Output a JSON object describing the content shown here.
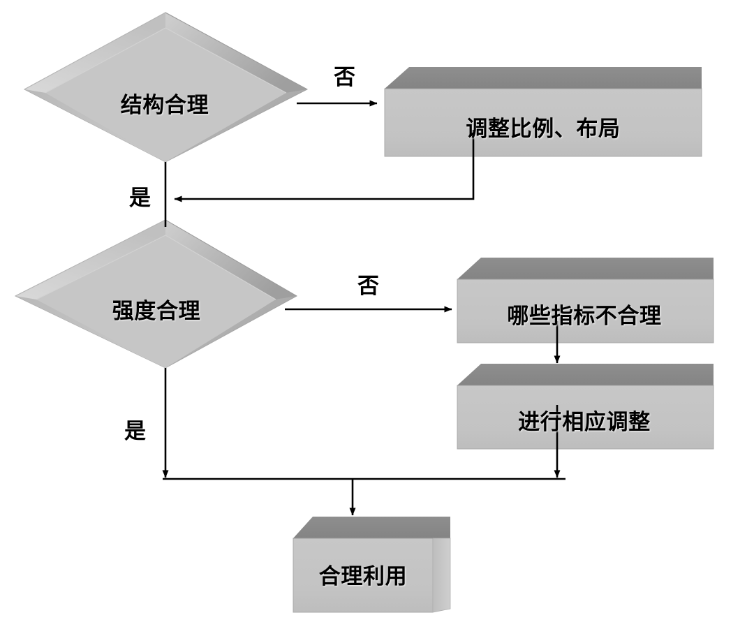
{
  "diagram": {
    "type": "flowchart",
    "title": "",
    "orientation": "top-to-bottom",
    "background_color": "#ffffff",
    "style": "3d-beveled-gray",
    "colors": {
      "shape_front": "#c3c3c3",
      "shape_top_dark": "#8c8c8c",
      "shape_bevel_light": "#d6d6d6",
      "shape_bevel_mid": "#b4b4b4",
      "outline": "#9a9a9a",
      "connector": "#000000",
      "text": "#000000"
    },
    "nodes": [
      {
        "id": "n1",
        "kind": "decision",
        "shape": "diamond-3d",
        "label": "结构合理"
      },
      {
        "id": "n2",
        "kind": "process",
        "shape": "box-3d",
        "label": "调整比例、布局"
      },
      {
        "id": "n3",
        "kind": "decision",
        "shape": "diamond-3d",
        "label": "强度合理"
      },
      {
        "id": "n4",
        "kind": "process",
        "shape": "box-3d",
        "label": "哪些指标不合理"
      },
      {
        "id": "n5",
        "kind": "process",
        "shape": "box-3d",
        "label": "进行相应调整"
      },
      {
        "id": "n6",
        "kind": "process",
        "shape": "box-3d",
        "label": "合理利用"
      }
    ],
    "edges": [
      {
        "id": "e1",
        "from": "n1",
        "to": "n2",
        "label": "否",
        "direction": "right"
      },
      {
        "id": "e2",
        "from": "n2",
        "to": "e-join-1",
        "label": "",
        "direction": "loop-back-left"
      },
      {
        "id": "e3",
        "from": "n1",
        "to": "n3",
        "label": "是",
        "direction": "down"
      },
      {
        "id": "e4",
        "from": "n3",
        "to": "n4",
        "label": "否",
        "direction": "right"
      },
      {
        "id": "e5",
        "from": "n4",
        "to": "n5",
        "label": "",
        "direction": "down"
      },
      {
        "id": "e6",
        "from": "n3",
        "to": "merge",
        "label": "是",
        "direction": "down"
      },
      {
        "id": "e7",
        "from": "n5",
        "to": "merge",
        "label": "",
        "direction": "down"
      },
      {
        "id": "e8",
        "from": "merge",
        "to": "n6",
        "label": "",
        "direction": "down"
      }
    ],
    "edge_labels": {
      "no_1": "否",
      "no_2": "否",
      "yes_1": "是",
      "yes_2": "是"
    }
  }
}
